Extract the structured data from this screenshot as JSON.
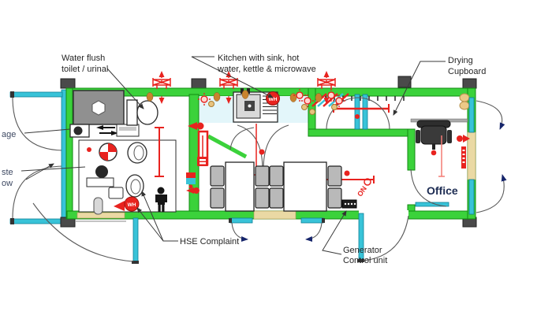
{
  "diagram": {
    "labels": {
      "water_flush": {
        "line1": "Water flush",
        "line2": "toilet / urinal"
      },
      "kitchen": {
        "line1": "Kitchen with sink, hot",
        "line2": "water, kettle & microwave"
      },
      "drying_cupboard": {
        "line1": "Drying",
        "line2": "Cupboard"
      },
      "office": "Office",
      "hse_complaint": "HSE Complaint",
      "generator": {
        "line1": "Generator",
        "line2": "Control unit"
      },
      "left_edge_fragments": {
        "f1": "age",
        "f2": "ste",
        "f3": "ow"
      }
    },
    "badges": {
      "water_heater_kitchen": "WH",
      "water_heater_toilet": "WH",
      "generator_switch": "ON"
    },
    "colors": {
      "wall_green": "#3bd23b",
      "wall_edge": "#128a12",
      "door_window_cyan": "#38c3d8",
      "cyan_edge": "#0e7f96",
      "kitchen_counter_blue": "#e3f6fa",
      "symbol_red": "#e8231f",
      "navy": "#16256b",
      "threshold_tan": "#ead9a4",
      "sprinkler_tan": "#c9832f",
      "fixture_gray": "#909090",
      "label_ink": "#262626",
      "cutoff_label_slate": "#3f4a63",
      "office_text_navy": "#1c2b52"
    }
  }
}
